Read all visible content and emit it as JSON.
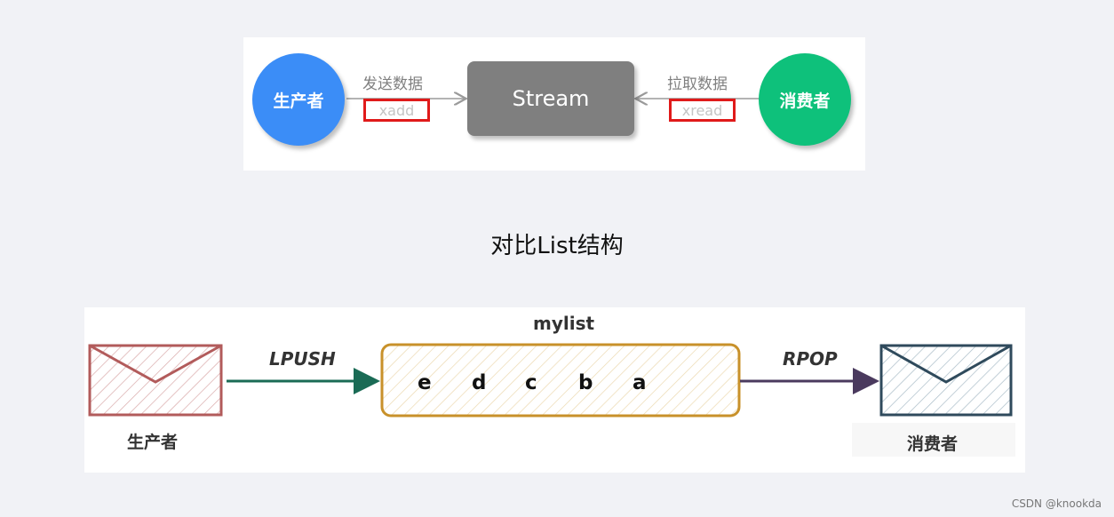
{
  "top_diagram": {
    "producer": "生产者",
    "consumer": "消费者",
    "stream": "Stream",
    "send_label": "发送数据",
    "send_cmd": "xadd",
    "pull_label": "拉取数据",
    "pull_cmd": "xread",
    "colors": {
      "producer": "#3b8df7",
      "consumer": "#0ec17b",
      "stream": "#7f7f7f",
      "highlight": "#e01a1a"
    }
  },
  "compare_title": "对比List结构",
  "list_diagram": {
    "list_name": "mylist",
    "push_cmd": "LPUSH",
    "pop_cmd": "RPOP",
    "elements": [
      "e",
      "d",
      "c",
      "b",
      "a"
    ],
    "producer": "生产者",
    "consumer": "消费者",
    "colors": {
      "producer_envelope": "#b25b5b",
      "list_box": "#c8912a",
      "consumer_envelope": "#2f4a5c",
      "push_arrow": "#1a6b55",
      "pop_arrow": "#4a3a5e"
    }
  },
  "watermark": "CSDN @knookda"
}
